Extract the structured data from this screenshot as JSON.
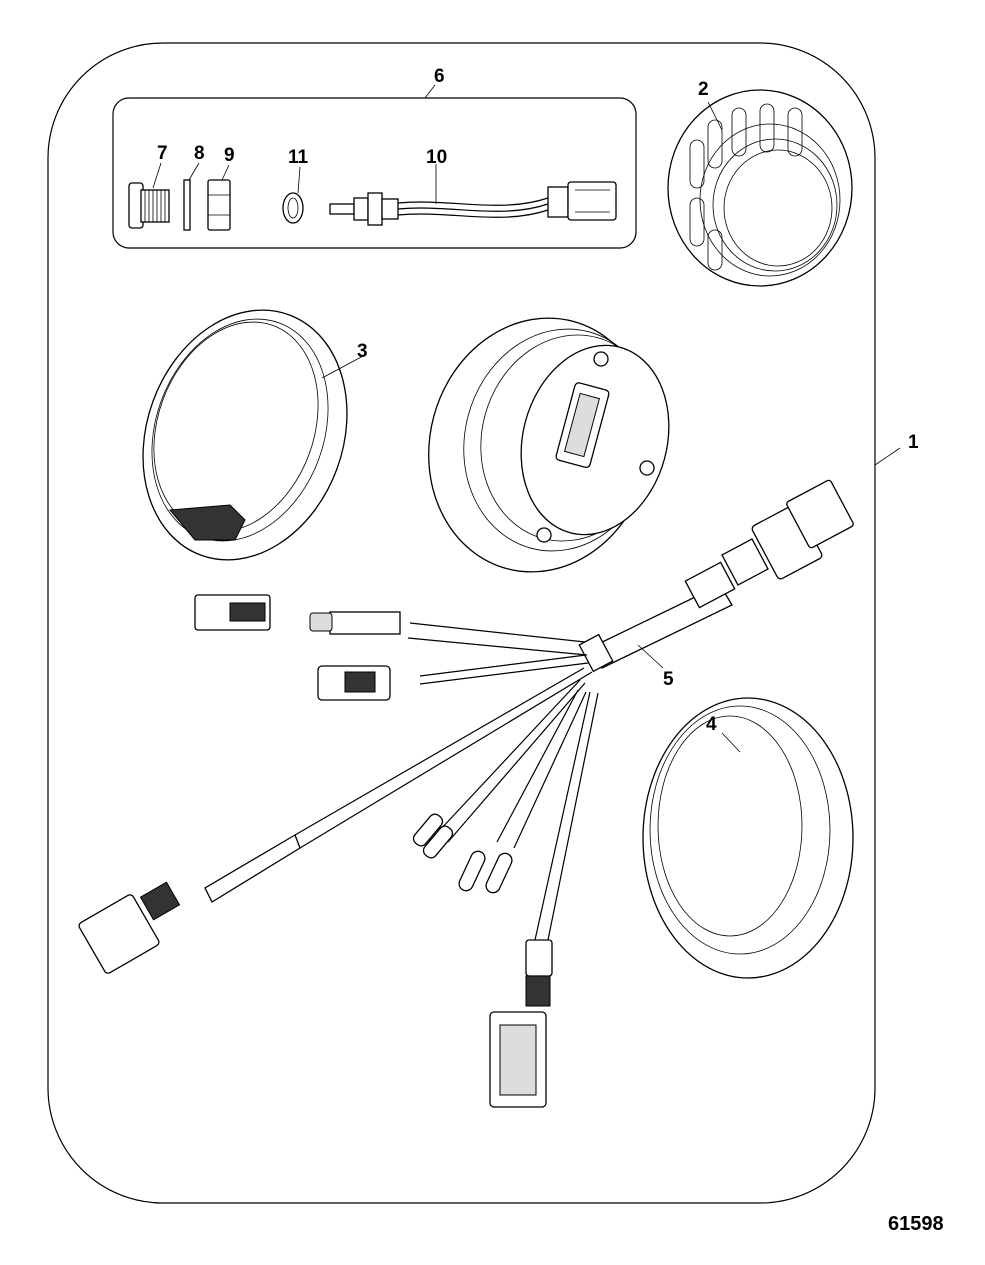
{
  "figure_id": "61598",
  "callouts": {
    "c1": "1",
    "c2": "2",
    "c3": "3",
    "c4": "4",
    "c5": "5",
    "c6": "6",
    "c7": "7",
    "c8": "8",
    "c9": "9",
    "c10": "10",
    "c11": "11"
  }
}
